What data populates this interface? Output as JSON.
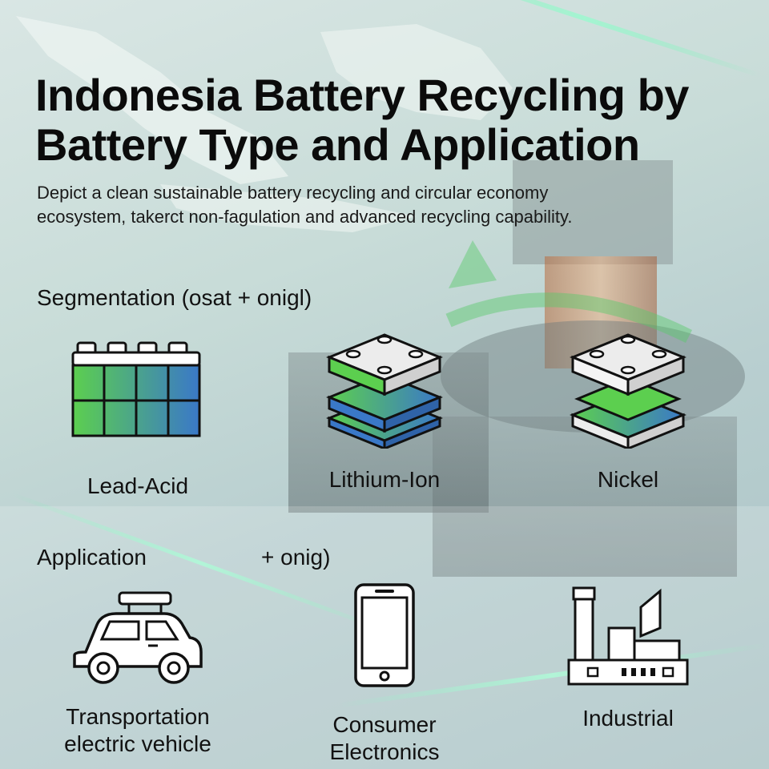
{
  "title_lines": [
    "Indonesia Battery Recycling by",
    "Battery Type and Application"
  ],
  "subtitle_lines": [
    "Depict a clean sustainable battery recycling and circular economy",
    "ecosystem, takerct non-fagulation and advanced recycling capability."
  ],
  "segmentation": {
    "heading": "Segmentation (osat + onigl)",
    "items": [
      {
        "label": "Lead-Acid",
        "icon": "lead-acid-battery-icon"
      },
      {
        "label": "Lithium-Ion",
        "icon": "lithium-ion-cell-stack-icon"
      },
      {
        "label": "Nickel",
        "icon": "nickel-battery-stack-icon"
      }
    ]
  },
  "application": {
    "heading": "Application",
    "heading_extra": "+ onig)",
    "items": [
      {
        "label_lines": [
          "Transportation",
          "electric vehicle"
        ],
        "icon": "car-icon"
      },
      {
        "label_lines": [
          "Consumer",
          "Electronics"
        ],
        "icon": "smartphone-icon"
      },
      {
        "label_lines": [
          "Industrial"
        ],
        "icon": "factory-icon"
      }
    ]
  },
  "colors": {
    "accent_green": "#5bcc5a",
    "accent_blue": "#3a79c8",
    "text": "#111111"
  }
}
